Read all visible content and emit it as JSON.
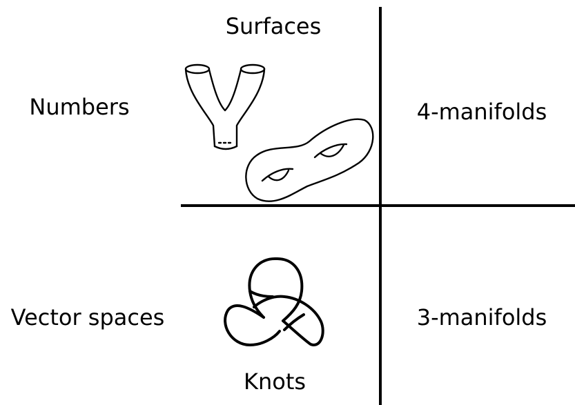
{
  "labels": {
    "surfaces": "Surfaces",
    "numbers": "Numbers",
    "four_manifolds": "4-manifolds",
    "vector_spaces": "Vector spaces",
    "three_manifolds": "3-manifolds",
    "knots": "Knots"
  },
  "illustrations": {
    "pair_of_pants": "pair-of-pants-surface-icon",
    "genus_two": "genus-two-surface-icon",
    "trefoil": "trefoil-knot-icon"
  },
  "colors": {
    "ink": "#000000",
    "background": "#ffffff"
  }
}
